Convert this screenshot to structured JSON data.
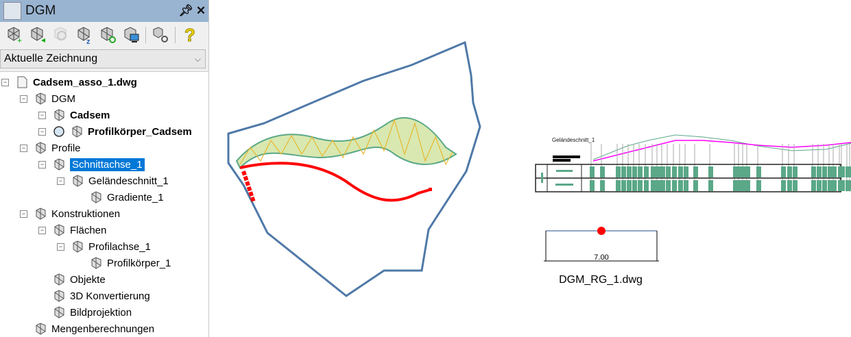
{
  "panel": {
    "title": "DGM",
    "pin_icon": "pin-icon",
    "close_icon": "close-icon",
    "toolbar": [
      "dgm-add",
      "dgm-import",
      "dgm-inspect",
      "dgm-z",
      "dgm-refresh",
      "dgm-display",
      "dgm-settings",
      "help"
    ],
    "combo_value": "Aktuelle Zeichnung"
  },
  "tree": [
    {
      "label": "Cadsem_asso_1.dwg",
      "bold": true
    },
    {
      "label": "DGM"
    },
    {
      "label": "Cadsem",
      "bold": true
    },
    {
      "label": "Profilkörper_Cadsem",
      "bold": true
    },
    {
      "label": "Profile"
    },
    {
      "label": "Schnittachse_1",
      "selected": true
    },
    {
      "label": "Geländeschnitt_1"
    },
    {
      "label": "Gradiente_1"
    },
    {
      "label": "Konstruktionen"
    },
    {
      "label": "Flächen"
    },
    {
      "label": "Profilachse_1"
    },
    {
      "label": "Profilkörper_1"
    },
    {
      "label": "Objekte"
    },
    {
      "label": "3D Konvertierung"
    },
    {
      "label": "Bildprojektion"
    },
    {
      "label": "Mengenberechnungen"
    }
  ],
  "drawing": {
    "profile_title": "Geländeschnitt_1",
    "dimension": "7.00",
    "file_label": "DGM_RG_1.dwg",
    "colors": {
      "outline": "#4f79a8",
      "road": "#ff0000",
      "terrain": "#5aa888",
      "gradient": "#ff00ff"
    }
  }
}
